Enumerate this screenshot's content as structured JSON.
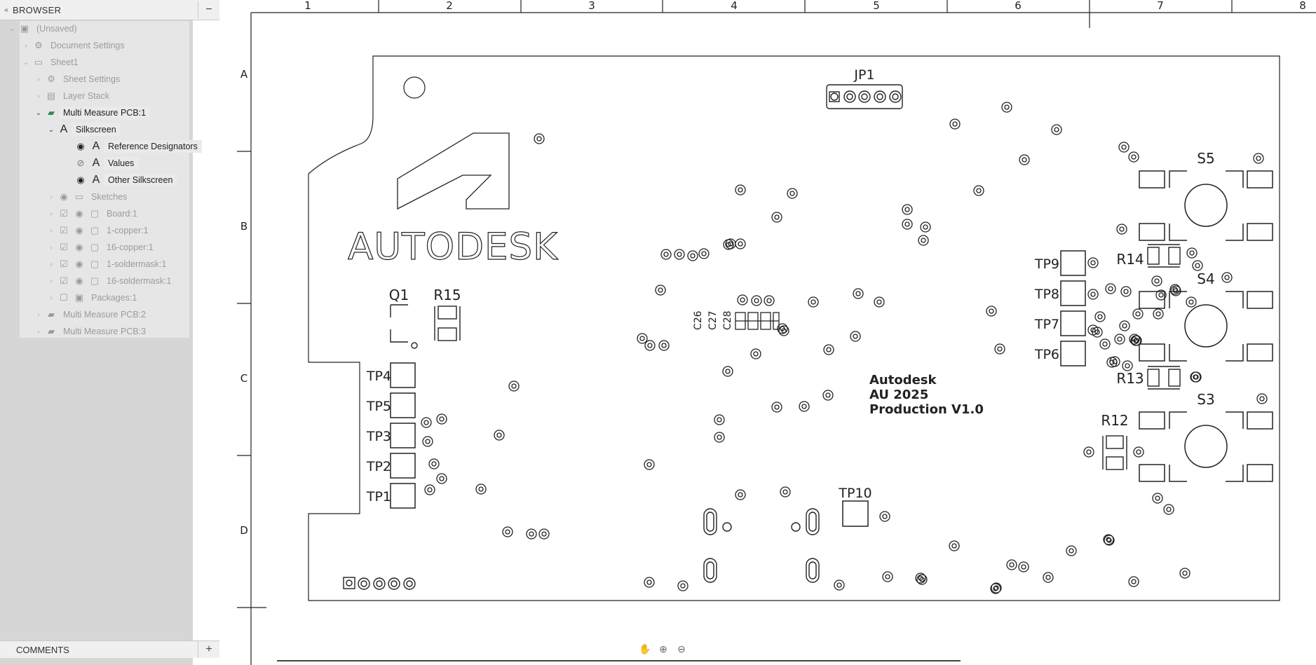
{
  "browser": {
    "title": "BROWSER",
    "minus": "−",
    "collapse": "«",
    "items": [
      {
        "label": "(Unsaved)"
      },
      {
        "label": "Document Settings"
      },
      {
        "label": "Sheet1"
      },
      {
        "label": "Sheet Settings"
      },
      {
        "label": "Layer Stack"
      },
      {
        "label": "Multi Measure PCB:1"
      },
      {
        "label": "Silkscreen"
      },
      {
        "label": "Reference Designators"
      },
      {
        "label": "Values"
      },
      {
        "label": "Other Silkscreen"
      },
      {
        "label": "Sketches"
      },
      {
        "label": "Board:1"
      },
      {
        "label": "1-copper:1"
      },
      {
        "label": "16-copper:1"
      },
      {
        "label": "1-soldermask:1"
      },
      {
        "label": "16-soldermask:1"
      },
      {
        "label": "Packages:1"
      },
      {
        "label": "Multi Measure PCB:2"
      },
      {
        "label": "Multi Measure PCB:3"
      }
    ]
  },
  "comments": {
    "title": "COMMENTS",
    "plus": "+"
  },
  "frame": {
    "cols": [
      "1",
      "2",
      "3",
      "4",
      "5",
      "6",
      "7",
      "8"
    ],
    "rows": [
      "A",
      "B",
      "C",
      "D"
    ]
  },
  "pcb": {
    "logo_text": "AUTODESK",
    "note_lines": [
      "Autodesk",
      "AU 2025",
      "Production V1.0"
    ],
    "designators": {
      "jp1": "JP1",
      "q1": "Q1",
      "r15": "R15",
      "tp1": "TP1",
      "tp2": "TP2",
      "tp3": "TP3",
      "tp4": "TP4",
      "tp5": "TP5",
      "tp6": "TP6",
      "tp7": "TP7",
      "tp8": "TP8",
      "tp9": "TP9",
      "tp10": "TP10",
      "r12": "R12",
      "r13": "R13",
      "r14": "R14",
      "s3": "S3",
      "s4": "S4",
      "s5": "S5",
      "c26": "C26",
      "c27": "C27",
      "c28": "C28"
    }
  },
  "icons": {
    "pan": "hand-icon",
    "zoom-window": "zoom-window-icon",
    "zoom": "zoom-icon"
  }
}
